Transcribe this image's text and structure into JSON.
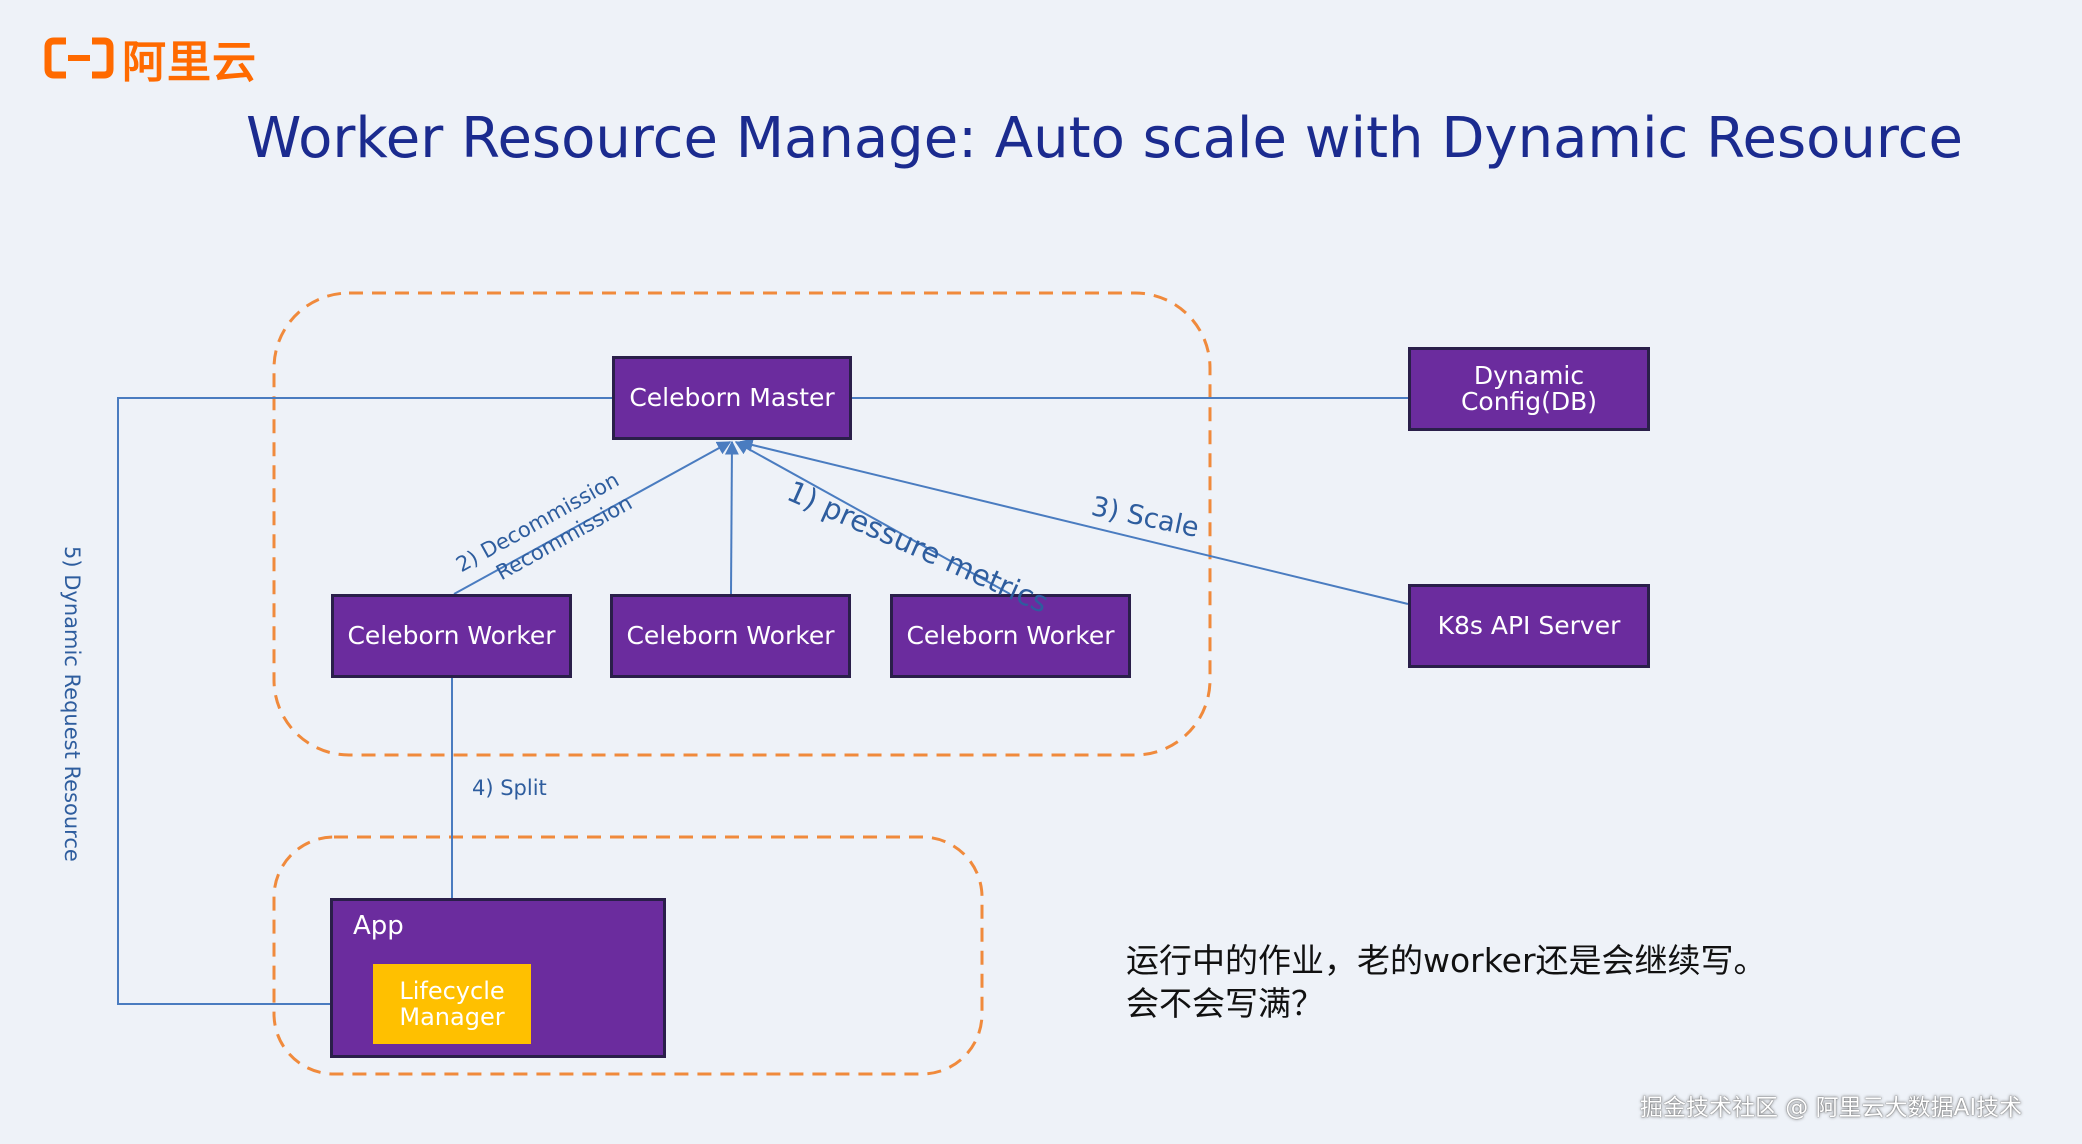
{
  "brand": {
    "logo_text": "阿里云",
    "color": "#ff6a00"
  },
  "title": "Worker Resource Manage: Auto scale with Dynamic Resource",
  "nodes": {
    "master": "Celeborn Master",
    "workers": [
      "Celeborn Worker",
      "Celeborn Worker",
      "Celeborn Worker"
    ],
    "dynamic_config": [
      "Dynamic",
      "Config(DB)"
    ],
    "k8s": "K8s API Server",
    "app": "App",
    "lifecycle": [
      "Lifecycle",
      "Manager"
    ]
  },
  "edge_labels": {
    "pressure": "1) pressure metrics",
    "decommission": [
      "2)  Decommission",
      "Recommission"
    ],
    "scale": "3) Scale",
    "split": "4) Split",
    "dynamic_request": "5) Dynamic   Request   Resource"
  },
  "note": {
    "line1": "运行中的作业，老的worker还是会继续写。",
    "line2": "会不会写满？"
  },
  "watermark": "掘金技术社区 @ 阿里云大数据AI技术",
  "colors": {
    "box_fill": "#6b2c9e",
    "box_border": "#2a1f4a",
    "lifecycle_fill": "#ffc000",
    "dashed_border": "#f08a3c",
    "arrow": "#4a7cc0",
    "title": "#1b2b8f"
  }
}
